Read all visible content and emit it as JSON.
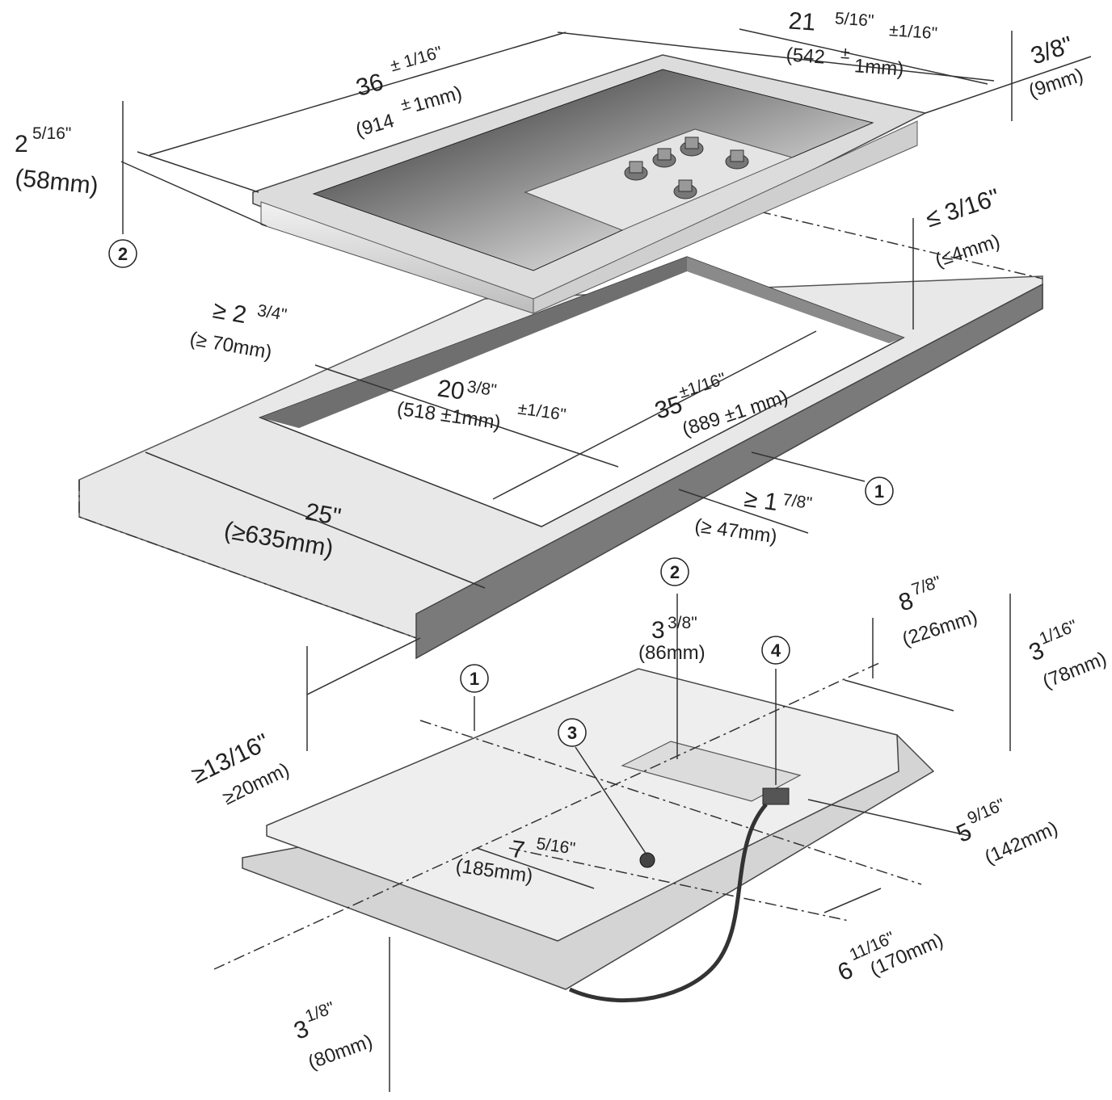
{
  "top_unit": {
    "width_in": "36",
    "width_tol": "± 1/16\"",
    "width_mm": "(914",
    "width_mm_tol": "±",
    "width_mm_unit": "1mm)",
    "depth_in": "21",
    "depth_frac": "5/16\"",
    "depth_tol": "±1/16\"",
    "depth_mm": "(542",
    "depth_mm_tol": "±",
    "depth_mm_unit": "1mm)",
    "frame_in": "3/8\"",
    "frame_mm": "(9mm)",
    "height_in": "2",
    "height_frac": "5/16\"",
    "height_mm": "(58mm)",
    "callout_2": "2"
  },
  "cutout": {
    "gap_in": "≤ 3/16\"",
    "gap_mm": "(≤4mm)",
    "left_margin_in": "≥ 2",
    "left_margin_frac": "3/4\"",
    "left_margin_mm": "(≥ 70mm)",
    "depth_in": "20",
    "depth_frac": "3/8\"",
    "depth_tol": "±1/16\"",
    "depth_mm": "(518 ±1mm)",
    "width_in": "35",
    "width_tol": "±1/16\"",
    "width_mm": "(889 ±1 mm)",
    "counter_in": "25\"",
    "counter_mm": "(≥635mm)",
    "front_margin_in": "≥ 1",
    "front_margin_frac": "7/8\"",
    "front_margin_mm": "(≥ 47mm)",
    "thickness_in": "≥13/16\"",
    "thickness_mm": "≥20mm)",
    "callout_1": "1"
  },
  "bottom_unit": {
    "callout_1": "1",
    "callout_2": "2",
    "callout_3": "3",
    "callout_4": "4",
    "box_offset_in": "3",
    "box_offset_frac": "3/8\"",
    "box_offset_mm": "(86mm)",
    "right_offset_in": "8",
    "right_offset_frac": "7/8\"",
    "right_offset_mm": "(226mm)",
    "box_height_in": "3",
    "box_height_frac": "1/16\"",
    "box_height_mm": "(78mm)",
    "conn_offset_in": "5",
    "conn_offset_frac": "9/16\"",
    "conn_offset_mm": "(142mm)",
    "cable_offset_in": "6",
    "cable_offset_frac": "11/16\"",
    "cable_offset_mm": "(170mm)",
    "valve_offset_in": "7",
    "valve_offset_frac": "5/16\"",
    "valve_offset_mm": "(185mm)",
    "depth_in": "3",
    "depth_frac": "1/8\"",
    "depth_mm": "(80mm)"
  },
  "colors": {
    "line": "#333333",
    "glass": "#3a3a3a",
    "steel": "#d9d9d9",
    "counter": "#e6e6e6",
    "edge": "#9a9a9a"
  }
}
